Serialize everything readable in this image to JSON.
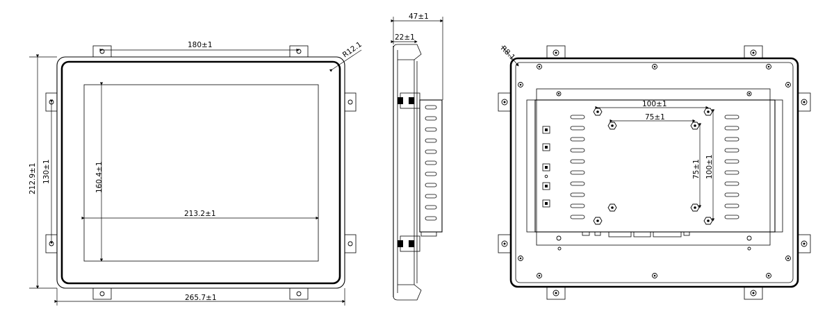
{
  "front_view": {
    "label_top_width": "180±1",
    "label_corner_radius": "R12.1",
    "label_overall_height": "212.9±1",
    "label_bracket_spacing": "130±1",
    "label_screen_height": "160.4±1",
    "label_screen_width": "213.2±1",
    "label_overall_width": "265.7±1"
  },
  "side_view": {
    "label_depth": "47±1",
    "label_bezel_depth": "22±1"
  },
  "rear_view": {
    "label_corner_radius": "R8.1",
    "label_vesa_outer_h": "100±1",
    "label_vesa_inner_h": "75±1",
    "label_vesa_inner_v": "75±1",
    "label_vesa_outer_v": "100±1"
  }
}
